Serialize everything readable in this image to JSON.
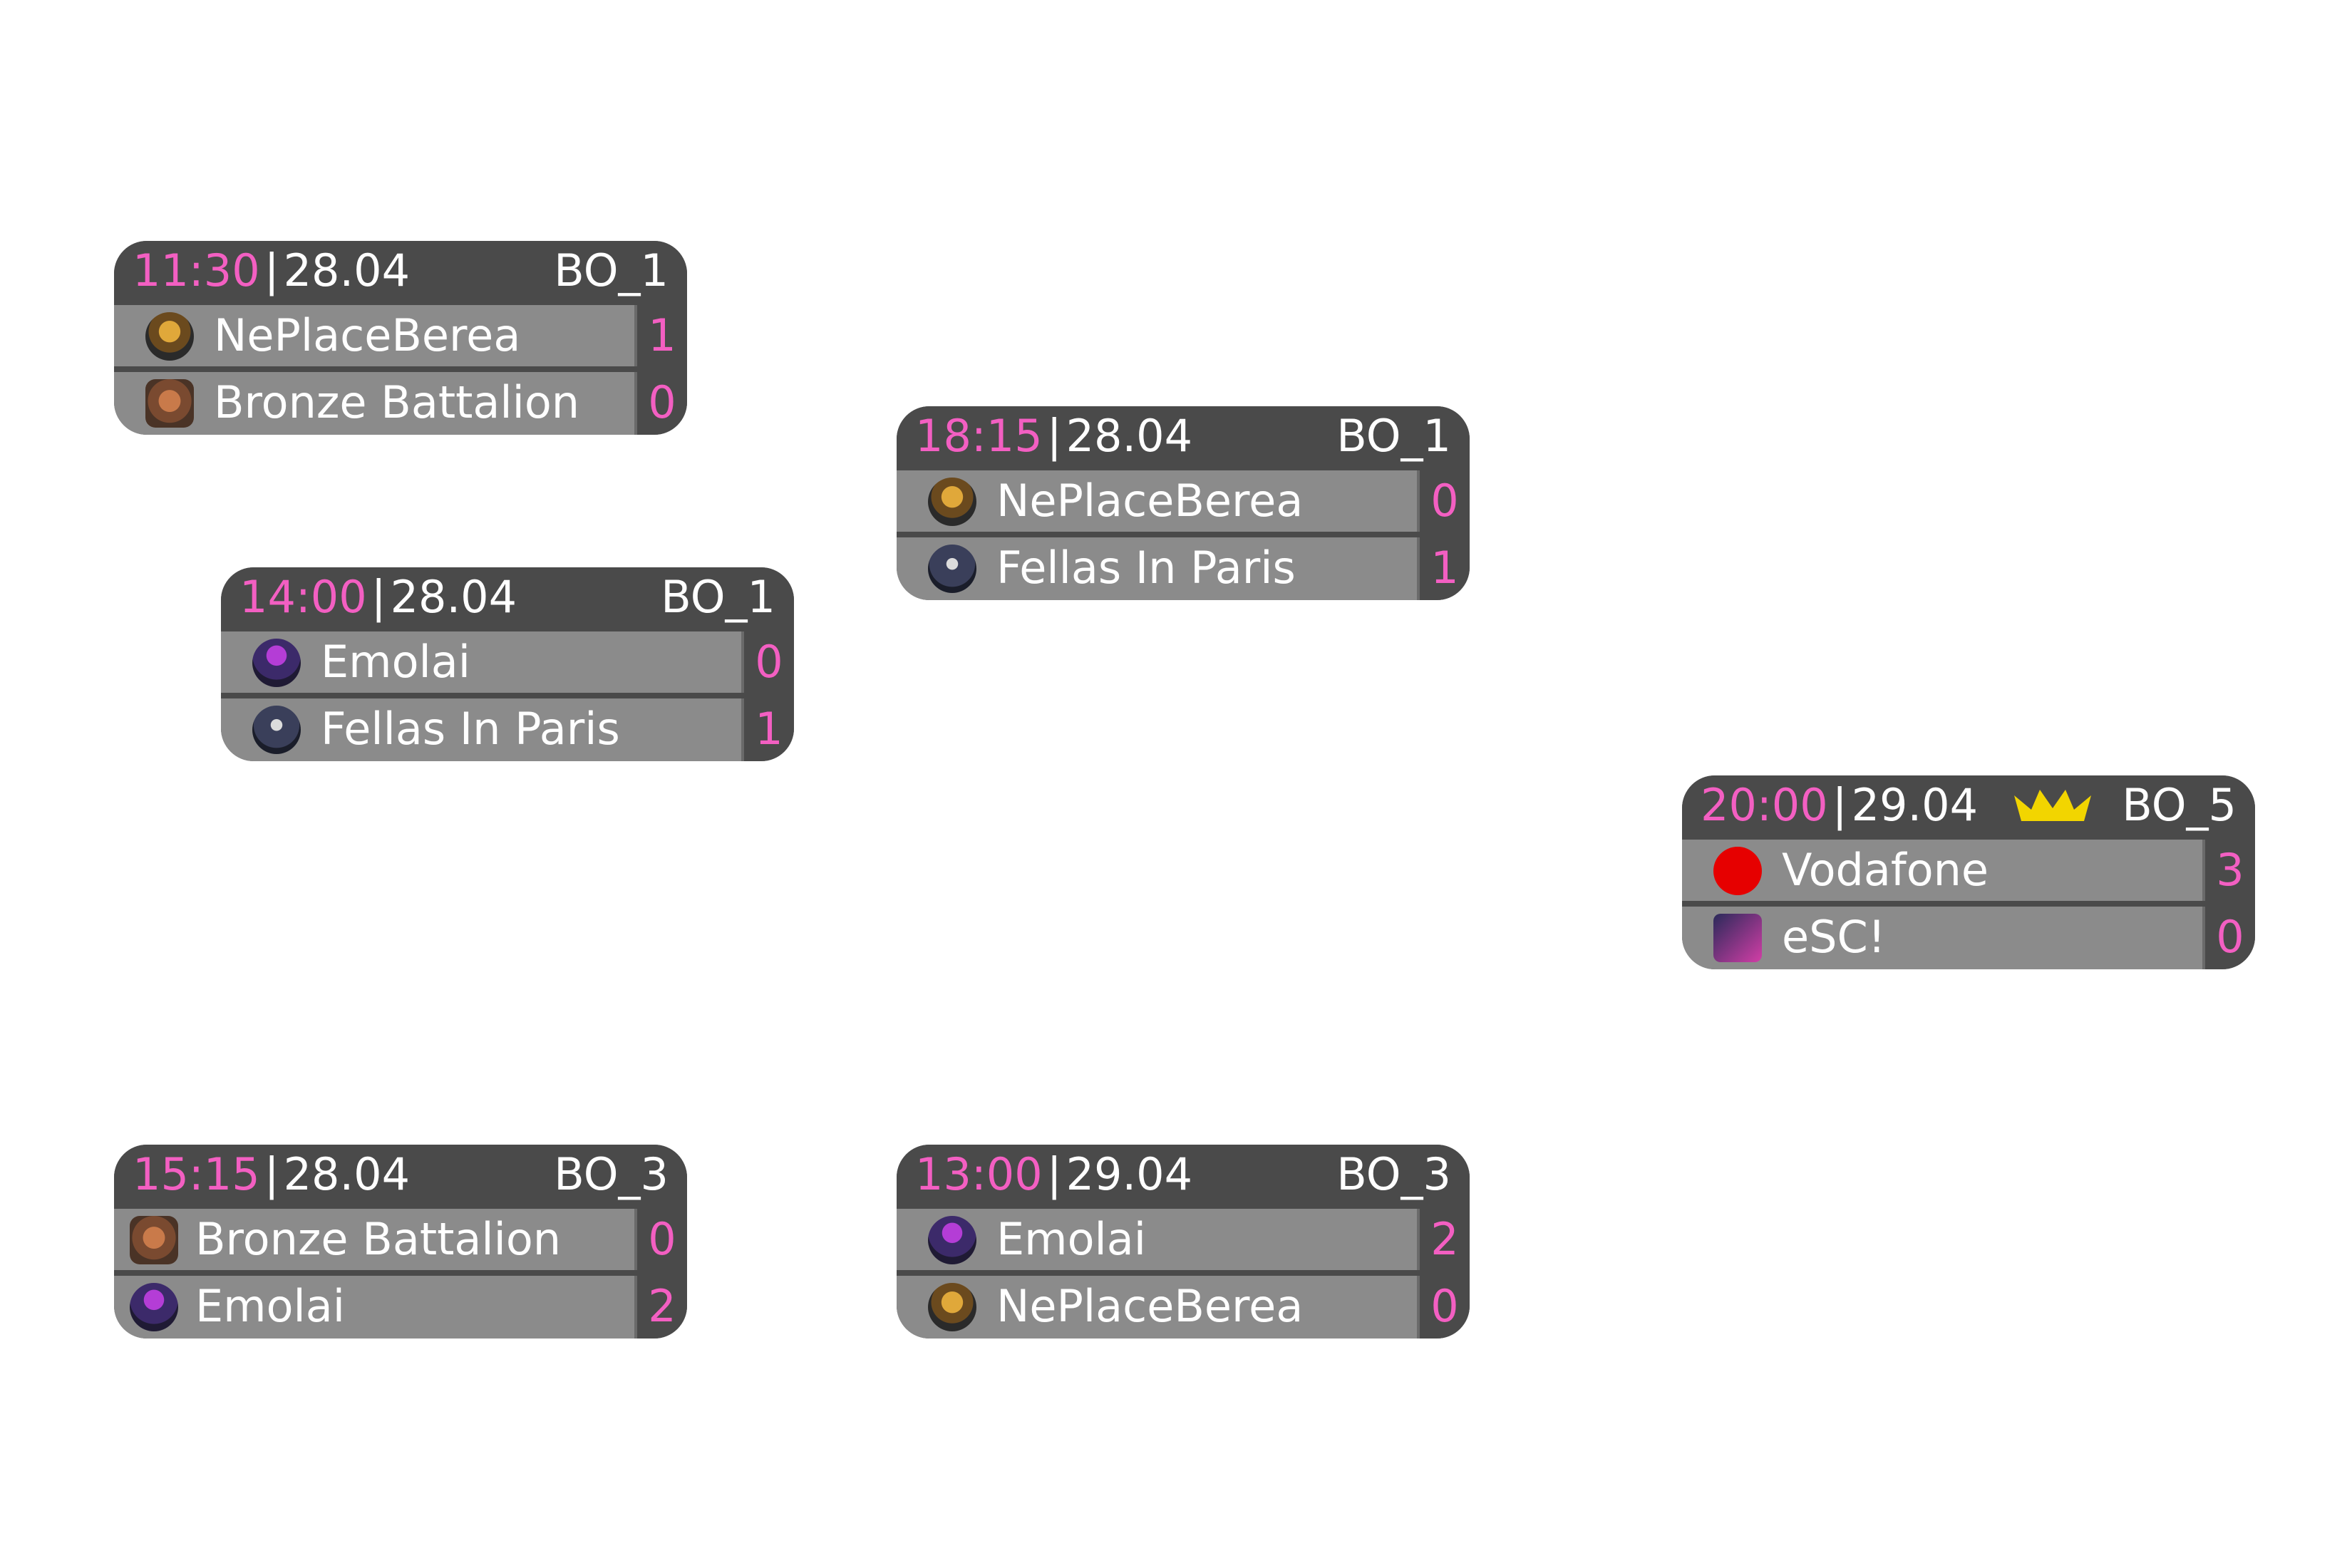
{
  "matches": [
    {
      "time": "11:30",
      "sep": "|",
      "date": "28.04",
      "format": "BO_1",
      "teams": [
        {
          "name": "NePlaceBerea",
          "score": "1",
          "logo": "neplaceberea-logo"
        },
        {
          "name": "Bronze Battalion",
          "score": "0",
          "logo": "bronze-battalion-logo"
        }
      ]
    },
    {
      "time": "14:00",
      "sep": "|",
      "date": "28.04",
      "format": "BO_1",
      "teams": [
        {
          "name": "Emolai",
          "score": "0",
          "logo": "emolai-logo"
        },
        {
          "name": "Fellas In Paris",
          "score": "1",
          "logo": "fellas-in-paris-logo"
        }
      ]
    },
    {
      "time": "18:15",
      "sep": "|",
      "date": "28.04",
      "format": "BO_1",
      "teams": [
        {
          "name": "NePlaceBerea",
          "score": "0",
          "logo": "neplaceberea-logo"
        },
        {
          "name": "Fellas In Paris",
          "score": "1",
          "logo": "fellas-in-paris-logo"
        }
      ]
    },
    {
      "time": "20:00",
      "sep": "|",
      "date": "29.04",
      "format": "BO_5",
      "crown_icon": "crown-icon",
      "teams": [
        {
          "name": "Vodafone",
          "score": "3",
          "logo": "vodafone-logo"
        },
        {
          "name": "eSC!",
          "score": "0",
          "logo": "esc-logo"
        }
      ]
    },
    {
      "time": "15:15",
      "sep": "|",
      "date": "28.04",
      "format": "BO_3",
      "teams": [
        {
          "name": "Bronze Battalion",
          "score": "0",
          "logo": "bronze-battalion-logo"
        },
        {
          "name": "Emolai",
          "score": "2",
          "logo": "emolai-logo"
        }
      ]
    },
    {
      "time": "13:00",
      "sep": "|",
      "date": "29.04",
      "format": "BO_3",
      "teams": [
        {
          "name": "Emolai",
          "score": "2",
          "logo": "emolai-logo"
        },
        {
          "name": "NePlaceBerea",
          "score": "0",
          "logo": "neplaceberea-logo"
        }
      ]
    }
  ],
  "colors": {
    "accent": "#f35fc2",
    "header_bg": "#4a4a4a",
    "row_bg": "#8b8b8b",
    "text": "#ffffff",
    "crown": "#f2d500"
  }
}
